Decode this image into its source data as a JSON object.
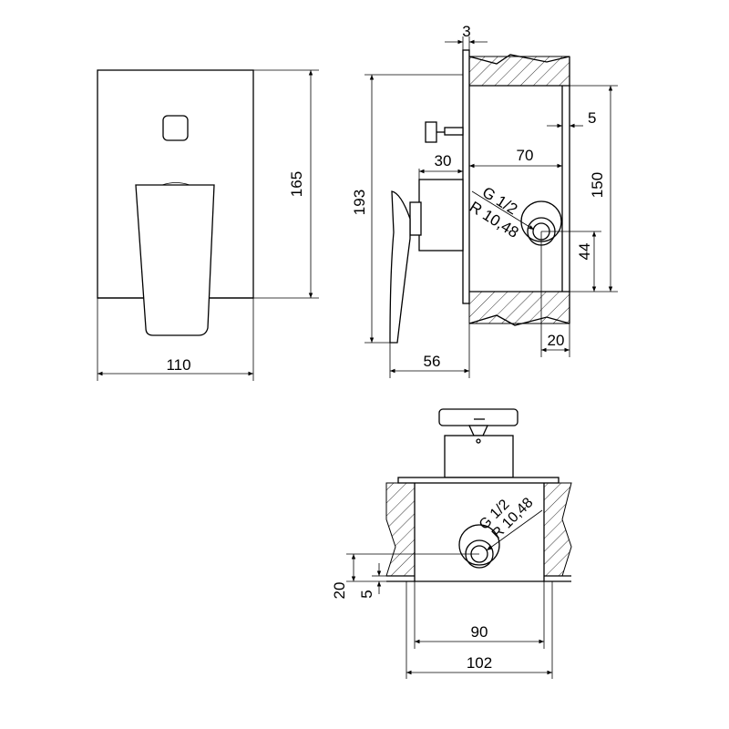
{
  "front_view": {
    "width_label": "110",
    "height_label": "165"
  },
  "side_view": {
    "plate_thickness_label": "3",
    "recess_label": "5",
    "depth_70_label": "70",
    "body_30_label": "30",
    "total_height_label": "193",
    "box_height_label": "150",
    "thread_label": "G 1/2",
    "radius_label": "R 10,48",
    "outlet_44_label": "44",
    "outlet_20_label": "20",
    "handle_56_label": "56"
  },
  "bottom_view": {
    "thread_label": "G 1/2",
    "radius_label": "R 10,48",
    "offset_20_label": "20",
    "offset_5_label": "5",
    "inner_width_label": "90",
    "outer_width_label": "102"
  }
}
